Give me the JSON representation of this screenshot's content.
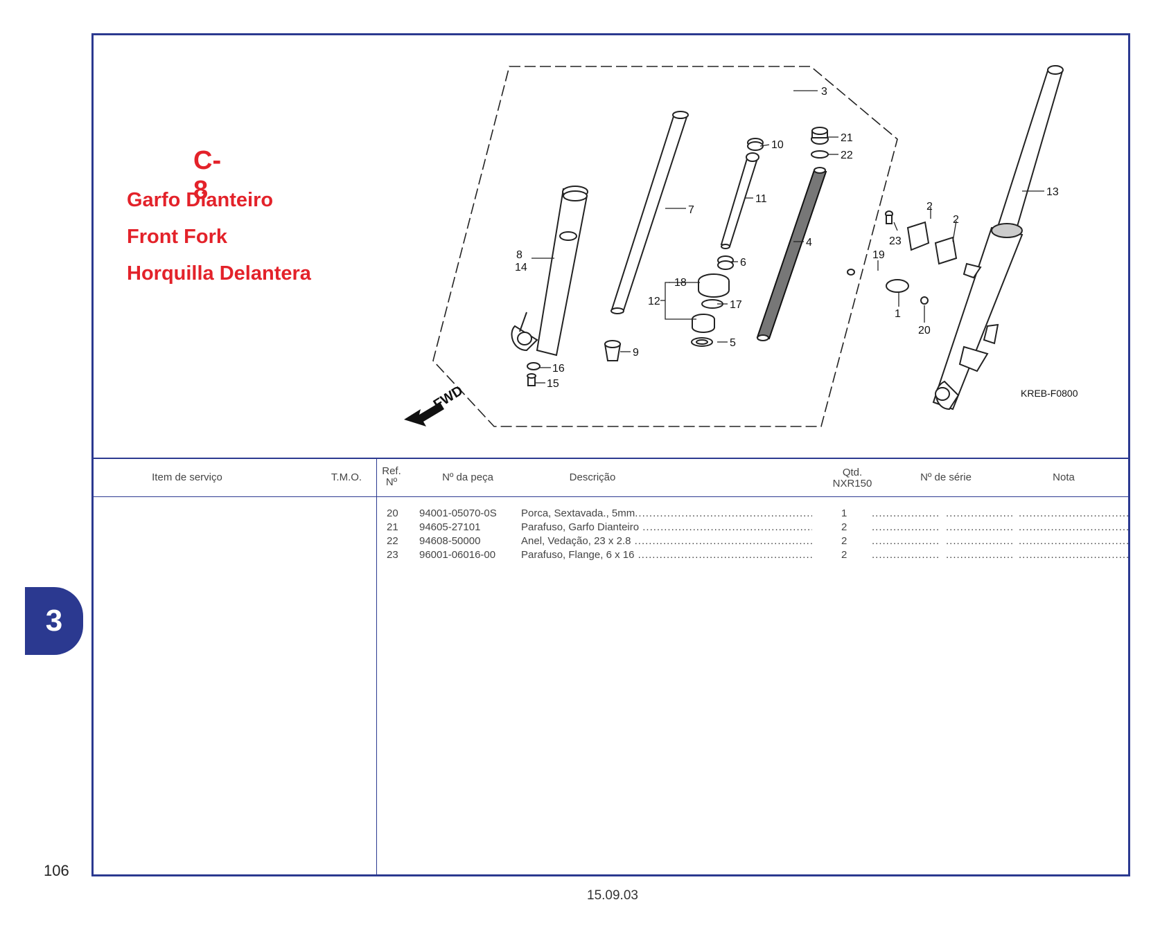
{
  "section": {
    "code": "C-8",
    "title_pt": "Garfo Dianteiro",
    "title_en": "Front Fork",
    "title_es": "Horquilla Delantera"
  },
  "diagram": {
    "code": "KREB-F0800",
    "fwd_label": "FWD",
    "callouts": [
      "1",
      "2",
      "2",
      "3",
      "4",
      "5",
      "6",
      "7",
      "8",
      "14",
      "9",
      "10",
      "11",
      "12",
      "13",
      "15",
      "16",
      "17",
      "18",
      "19",
      "20",
      "21",
      "22",
      "23"
    ]
  },
  "table": {
    "headers": {
      "service_item": "Item de serviço",
      "tmo": "T.M.O.",
      "ref_line1": "Ref.",
      "ref_line2": "Nº",
      "part_no": "Nº da peça",
      "description": "Descrição",
      "qty_line1": "Qtd.",
      "qty_line2": "NXR150",
      "serial": "Nº de série",
      "note": "Nota"
    },
    "rows": [
      {
        "ref": "20",
        "part": "94001-05070-0S",
        "desc": "Porca, Sextavada., 5mm",
        "qty": "1"
      },
      {
        "ref": "21",
        "part": "94605-27101",
        "desc": "Parafuso, Garfo Dianteiro",
        "qty": "2"
      },
      {
        "ref": "22",
        "part": "94608-50000",
        "desc": "Anel, Vedação, 23 x 2.8",
        "qty": "2"
      },
      {
        "ref": "23",
        "part": "96001-06016-00",
        "desc": "Parafuso, Flange, 6 x 16",
        "qty": "2"
      }
    ]
  },
  "footer": {
    "page_number": "106",
    "date": "15.09.03",
    "chapter_tab": "3"
  },
  "colors": {
    "frame": "#2b3990",
    "title": "#e3222a"
  }
}
